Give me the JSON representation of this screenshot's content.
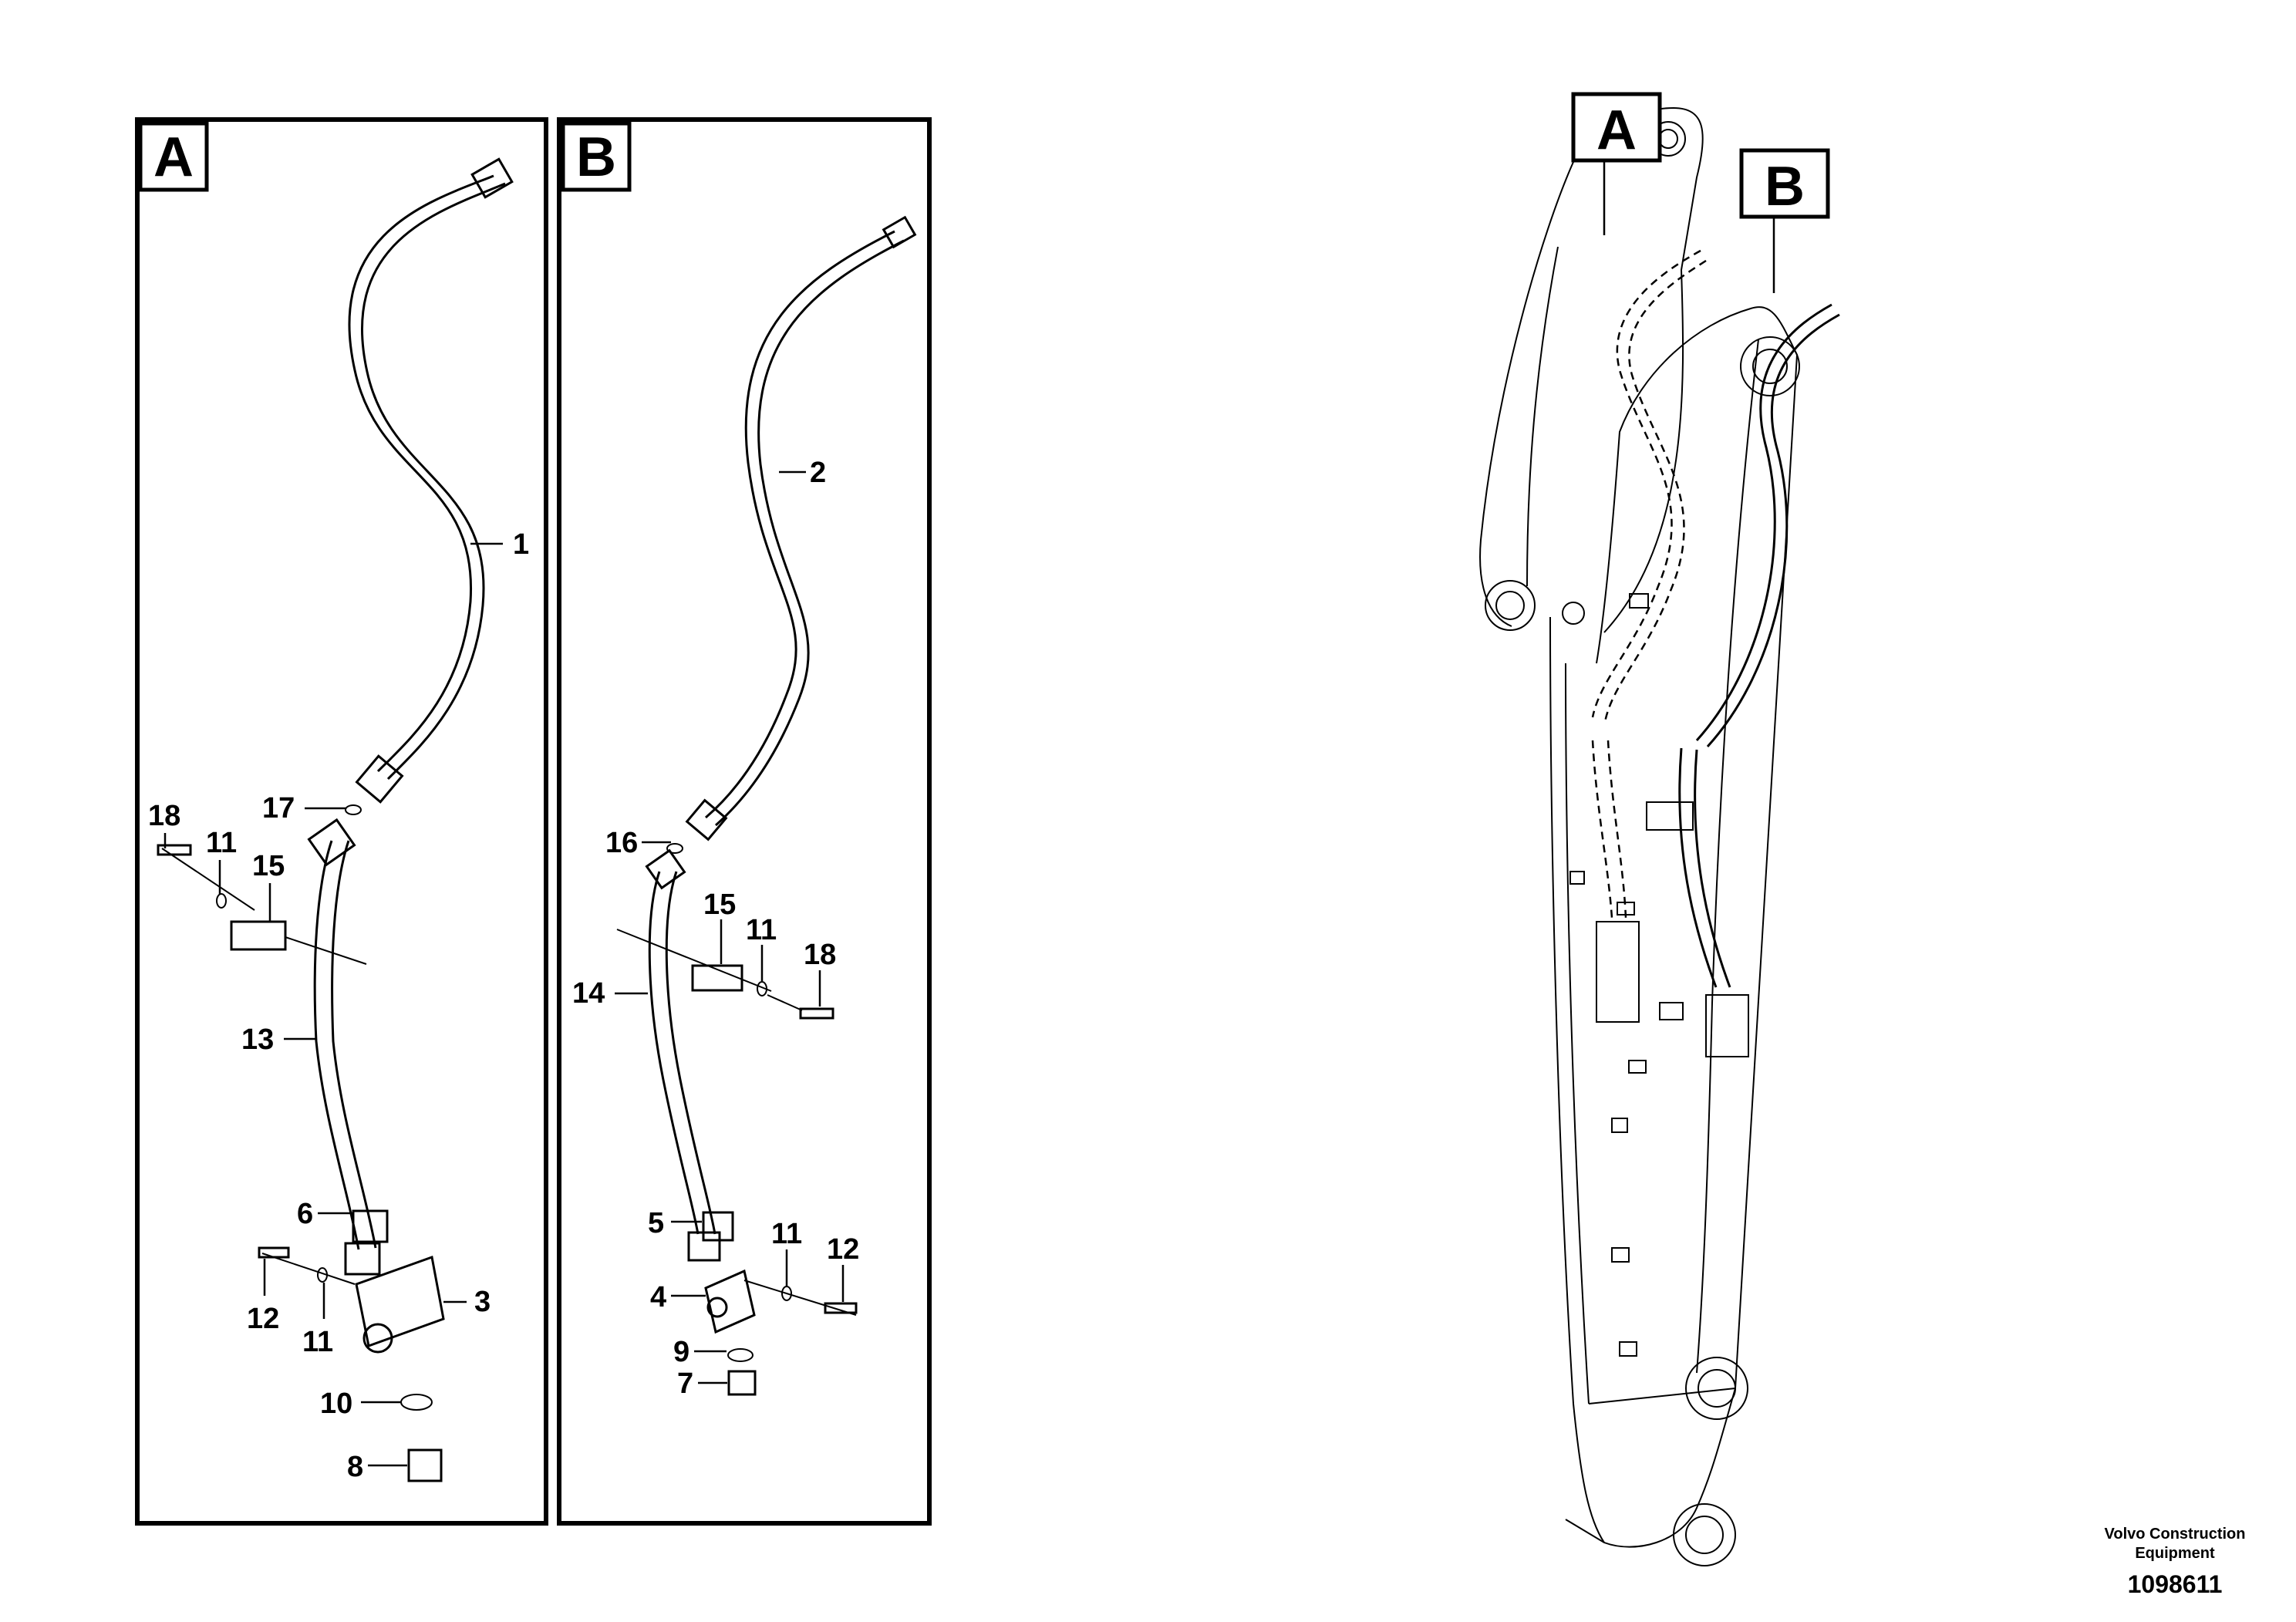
{
  "panels": {
    "A": {
      "letter": "A",
      "labels": [
        "1",
        "17",
        "18",
        "11",
        "15",
        "13",
        "6",
        "3",
        "12",
        "11",
        "10",
        "8"
      ]
    },
    "B": {
      "letter": "B",
      "labels": [
        "2",
        "16",
        "15",
        "11",
        "18",
        "14",
        "5",
        "11",
        "12",
        "4",
        "9",
        "7"
      ]
    }
  },
  "overview": {
    "callout_a": "A",
    "callout_b": "B"
  },
  "footer": {
    "brand_line1": "Volvo Construction",
    "brand_line2": "Equipment",
    "doc_number": "1098611"
  }
}
